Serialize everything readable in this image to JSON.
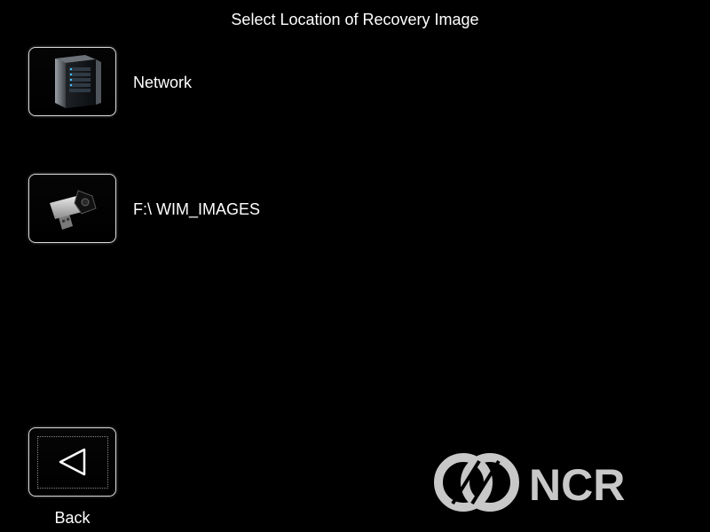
{
  "header": {
    "title": "Select Location of Recovery Image"
  },
  "options": [
    {
      "label": "Network",
      "icon": "server-tower-icon"
    },
    {
      "label": "F:\\ WIM_IMAGES",
      "icon": "usb-drive-icon"
    }
  ],
  "footer": {
    "back_label": "Back",
    "back_icon": "back-triangle-icon"
  },
  "logo": {
    "text": "NCR",
    "color": "#c8c8c8"
  }
}
